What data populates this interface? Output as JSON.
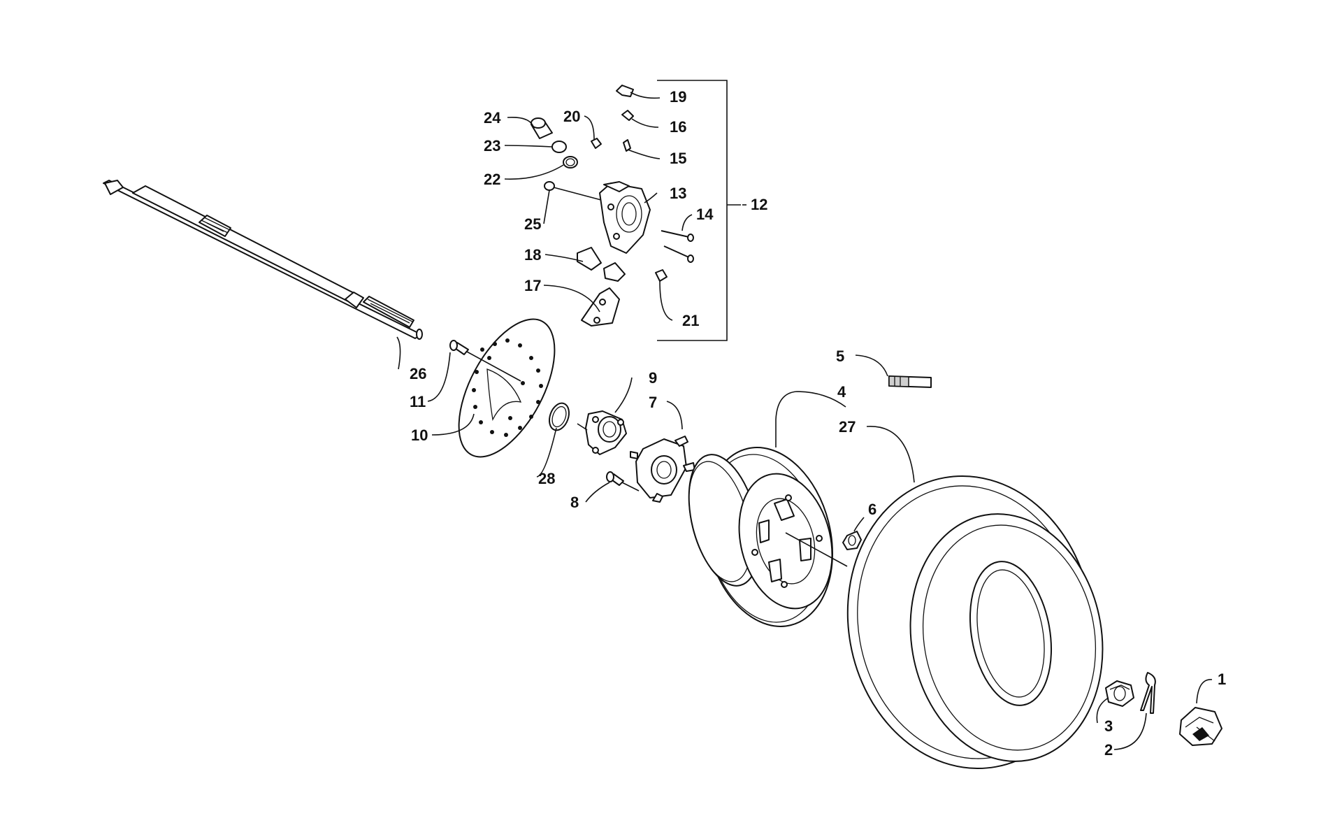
{
  "callouts": [
    {
      "key": "c1",
      "label": "1"
    },
    {
      "key": "c2",
      "label": "2"
    },
    {
      "key": "c3",
      "label": "3"
    },
    {
      "key": "c4",
      "label": "4"
    },
    {
      "key": "c5",
      "label": "5"
    },
    {
      "key": "c6",
      "label": "6"
    },
    {
      "key": "c7",
      "label": "7"
    },
    {
      "key": "c8",
      "label": "8"
    },
    {
      "key": "c9",
      "label": "9"
    },
    {
      "key": "c10",
      "label": "10"
    },
    {
      "key": "c11",
      "label": "11"
    },
    {
      "key": "c12",
      "label": "12"
    },
    {
      "key": "c13",
      "label": "13"
    },
    {
      "key": "c14",
      "label": "14"
    },
    {
      "key": "c15",
      "label": "15"
    },
    {
      "key": "c16",
      "label": "16"
    },
    {
      "key": "c17",
      "label": "17"
    },
    {
      "key": "c18",
      "label": "18"
    },
    {
      "key": "c19",
      "label": "19"
    },
    {
      "key": "c20",
      "label": "20"
    },
    {
      "key": "c21",
      "label": "21"
    },
    {
      "key": "c22",
      "label": "22"
    },
    {
      "key": "c23",
      "label": "23"
    },
    {
      "key": "c24",
      "label": "24"
    },
    {
      "key": "c25",
      "label": "25"
    },
    {
      "key": "c26",
      "label": "26"
    },
    {
      "key": "c27",
      "label": "27"
    },
    {
      "key": "c28",
      "label": "28"
    }
  ]
}
